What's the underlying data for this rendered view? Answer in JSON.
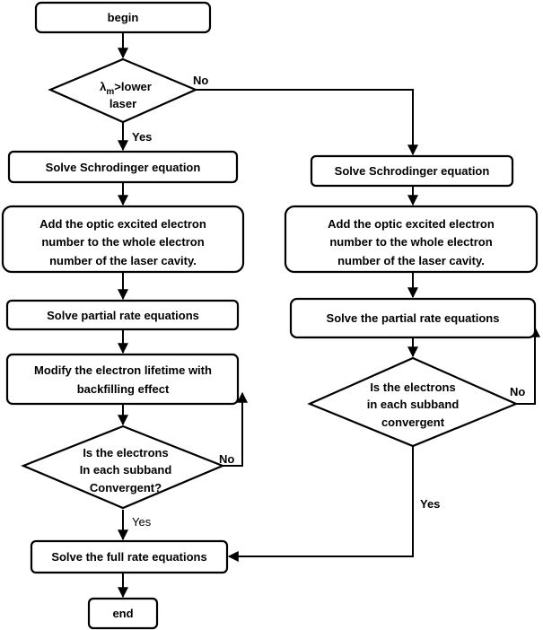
{
  "nodes": {
    "begin": "begin",
    "decision_lambda": {
      "symbol": "λ",
      "subscript": "m",
      "line1_rest": ">lower",
      "line2": "laser"
    },
    "left_schrodinger": "Solve Schrodinger equation",
    "left_add_electrons": [
      "Add the optic excited electron",
      "number to the whole electron",
      "number of the laser cavity."
    ],
    "left_partial_rate": "Solve partial rate equations",
    "left_modify_lifetime": [
      "Modify the electron lifetime with",
      "backfilling effect"
    ],
    "left_decision": [
      "Is the electrons",
      "In each subband",
      "Convergent?"
    ],
    "full_rate": "Solve the full rate equations",
    "end": "end",
    "right_schrodinger": "Solve Schrodinger equation",
    "right_add_electrons": [
      "Add the optic excited electron",
      "number to the whole electron",
      "number of the laser cavity."
    ],
    "right_partial_rate": "Solve the partial rate equations",
    "right_decision": [
      "Is the electrons",
      "in each subband",
      "convergent"
    ]
  },
  "labels": {
    "no_top": "No",
    "yes_top": "Yes",
    "no_left": "No",
    "yes_left": "Yes",
    "no_right": "No",
    "yes_right": "Yes"
  }
}
